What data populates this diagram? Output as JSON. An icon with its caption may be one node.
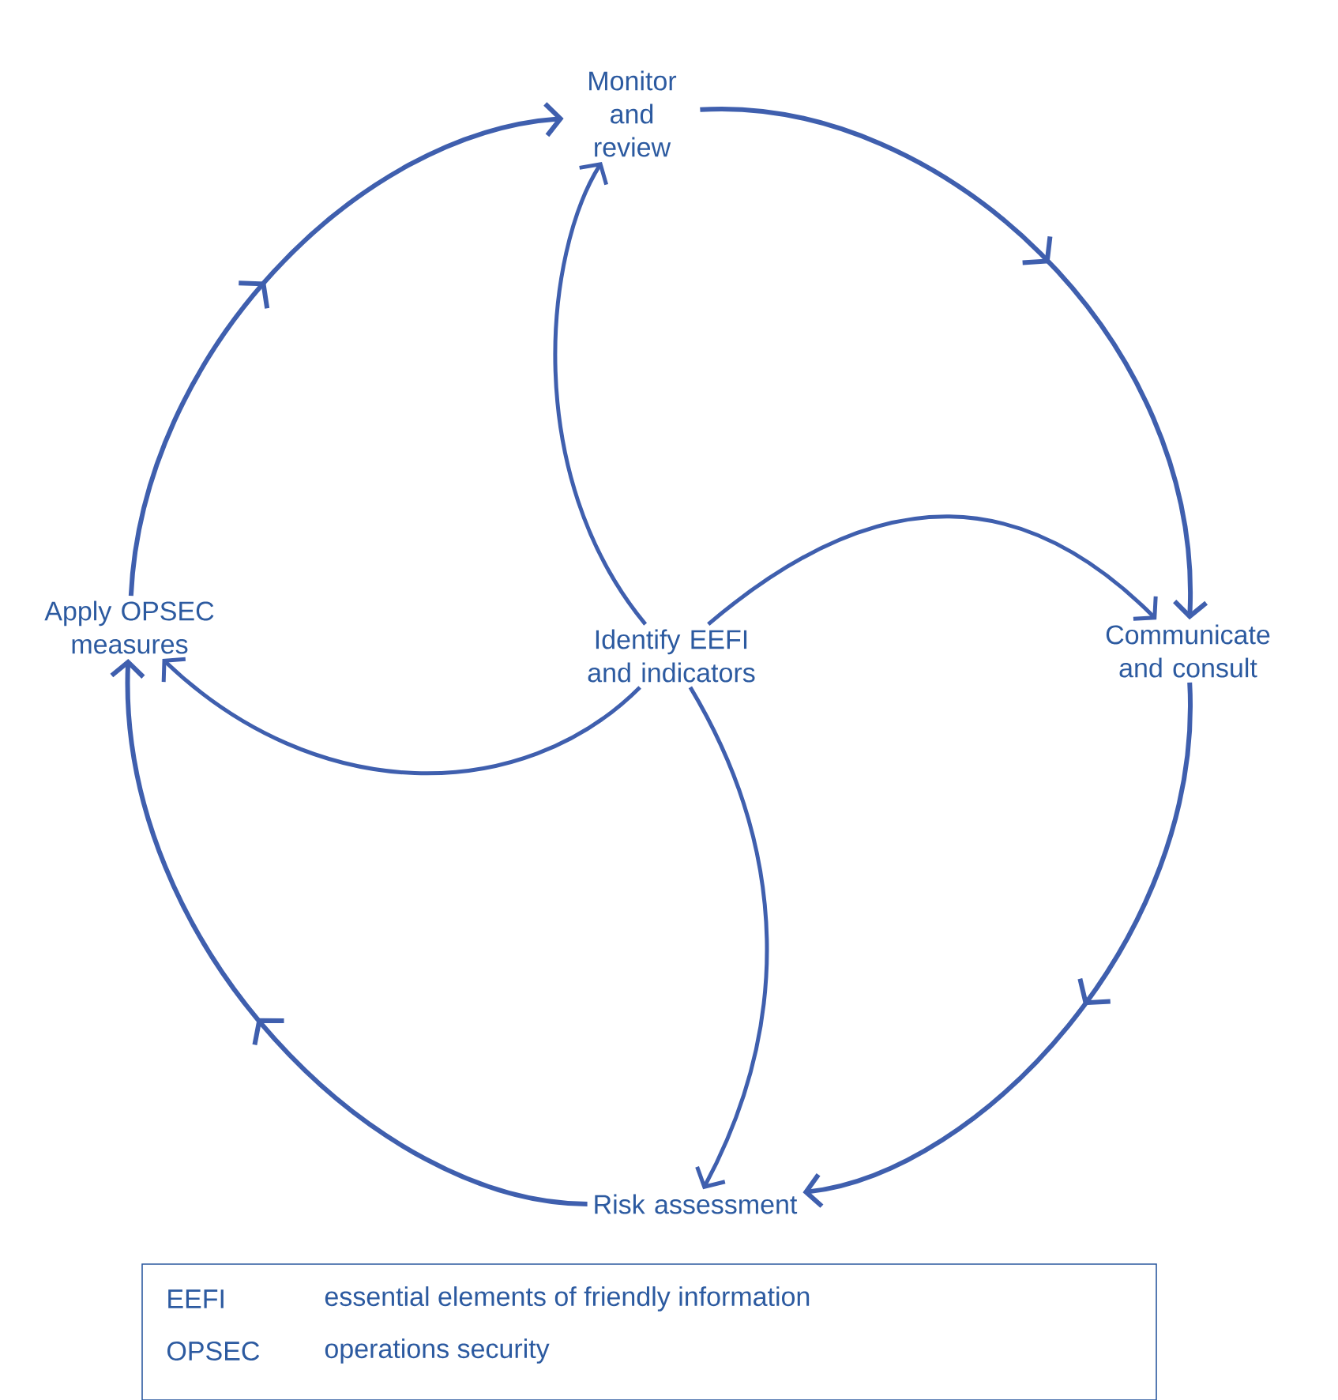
{
  "diagram": {
    "nodes": [
      {
        "text": [
          "Monitor and review"
        ]
      },
      {
        "text": [
          "Communicate and consult"
        ]
      },
      {
        "text": [
          "Risk assessment"
        ]
      },
      {
        "text": [
          "Apply OPSEC measures"
        ]
      },
      {
        "text": [
          "Identify EEFI and indicators"
        ]
      }
    ],
    "edges": [
      {
        "from": 0,
        "to": 1,
        "arrow": "to"
      },
      {
        "from": 1,
        "to": 2,
        "arrow": "to"
      },
      {
        "from": 2,
        "to": 3,
        "arrow": "to"
      },
      {
        "from": 3,
        "to": 0,
        "arrow": "to"
      },
      {
        "from": 4,
        "to": 0,
        "arrow": "to"
      },
      {
        "from": 4,
        "to": 1,
        "arrow": "to"
      },
      {
        "from": 4,
        "to": 2,
        "arrow": "to"
      },
      {
        "from": 4,
        "to": 3,
        "arrow": "to"
      }
    ],
    "labels": [
      "EEFI",
      "essential elements of friendly information",
      "OPSEC",
      "operations security"
    ]
  }
}
